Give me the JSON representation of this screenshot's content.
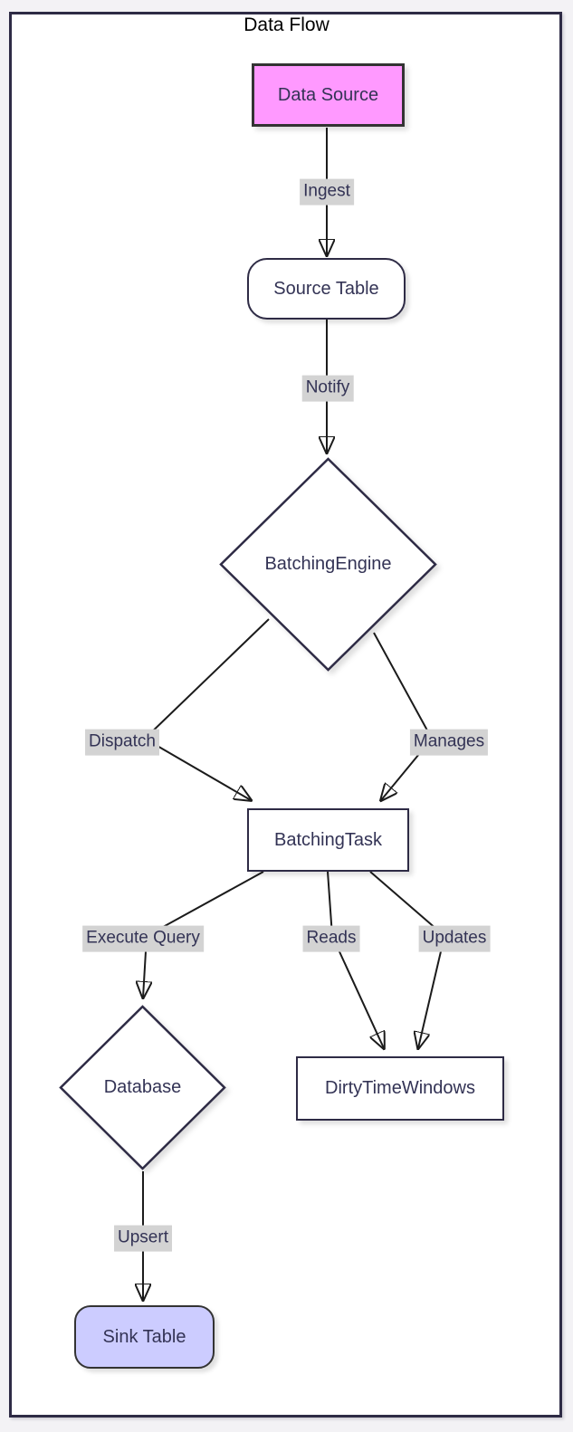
{
  "title": "Data Flow",
  "colors": {
    "page_bg": "#f3f2f5",
    "frame_bg": "#ffffff",
    "frame_border": "#2e2b45",
    "node_fill": "#ffffff",
    "node_border": "#2e2b45",
    "node_text": "#333355",
    "title_text": "#000000",
    "source_fill": "#ff99ff",
    "source_border": "#333333",
    "sink_fill": "#ccccff",
    "sink_border": "#333333",
    "edge_label_bg": "#d3d3d3",
    "edge_label_text": "#333355",
    "edge_line": "#1b1b1b"
  },
  "nodes": [
    {
      "id": "data-source",
      "label": "Data Source",
      "shape": "rectangle",
      "fill": "#ff99ff"
    },
    {
      "id": "source-table",
      "label": "Source Table",
      "shape": "rounded-rectangle",
      "fill": "#ffffff"
    },
    {
      "id": "batching-engine",
      "label": "BatchingEngine",
      "shape": "diamond",
      "fill": "#ffffff"
    },
    {
      "id": "batching-task",
      "label": "BatchingTask",
      "shape": "rectangle",
      "fill": "#ffffff"
    },
    {
      "id": "database",
      "label": "Database",
      "shape": "diamond",
      "fill": "#ffffff"
    },
    {
      "id": "dirty-time-windows",
      "label": "DirtyTimeWindows",
      "shape": "rectangle",
      "fill": "#ffffff"
    },
    {
      "id": "sink-table",
      "label": "Sink Table",
      "shape": "rounded-rectangle",
      "fill": "#ccccff"
    }
  ],
  "edges": [
    {
      "from": "Data Source",
      "to": "Source Table",
      "label": "Ingest"
    },
    {
      "from": "Source Table",
      "to": "BatchingEngine",
      "label": "Notify"
    },
    {
      "from": "BatchingEngine",
      "to": "BatchingTask",
      "label": "Dispatch"
    },
    {
      "from": "BatchingEngine",
      "to": "BatchingTask",
      "label": "Manages"
    },
    {
      "from": "BatchingTask",
      "to": "Database",
      "label": "Execute Query"
    },
    {
      "from": "BatchingTask",
      "to": "DirtyTimeWindows",
      "label": "Reads"
    },
    {
      "from": "BatchingTask",
      "to": "DirtyTimeWindows",
      "label": "Updates"
    },
    {
      "from": "Database",
      "to": "Sink Table",
      "label": "Upsert"
    }
  ]
}
